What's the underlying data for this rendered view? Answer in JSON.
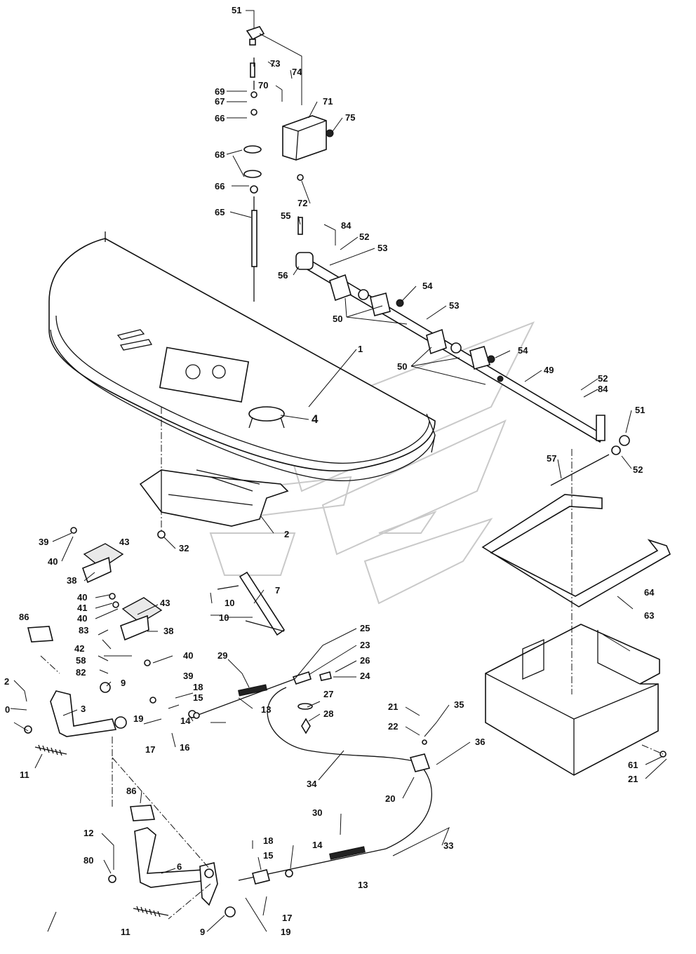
{
  "callouts": {
    "n0": "0",
    "n1": "1",
    "n2": "2",
    "n3": "3",
    "n4": "4",
    "n6": "6",
    "n7": "7",
    "n9": "9",
    "n10": "10",
    "n11": "11",
    "n12": "12",
    "n13": "13",
    "n14": "14",
    "n15": "15",
    "n16": "16",
    "n17": "17",
    "n18": "18",
    "n19": "19",
    "n20": "20",
    "n21": "21",
    "n22": "22",
    "n23": "23",
    "n24": "24",
    "n25": "25",
    "n26": "26",
    "n27": "27",
    "n28": "28",
    "n29": "29",
    "n30": "30",
    "n32": "32",
    "n33": "33",
    "n34": "34",
    "n35": "35",
    "n36": "36",
    "n38": "38",
    "n39": "39",
    "n40": "40",
    "n41": "41",
    "n42": "42",
    "n43": "43",
    "n49": "49",
    "n50": "50",
    "n51": "51",
    "n52": "52",
    "n53": "53",
    "n54": "54",
    "n55": "55",
    "n56": "56",
    "n57": "57",
    "n58": "58",
    "n61": "61",
    "n63": "63",
    "n64": "64",
    "n65": "65",
    "n66": "66",
    "n67": "67",
    "n68": "68",
    "n69": "69",
    "n70": "70",
    "n71": "71",
    "n72": "72",
    "n73": "73",
    "n74": "74",
    "n75": "75",
    "n80": "80",
    "n82": "82",
    "n83": "83",
    "n84": "84",
    "n86": "86"
  },
  "colors": {
    "line": "#111111",
    "watermark": "#c9c9c9",
    "background": "#ffffff"
  }
}
